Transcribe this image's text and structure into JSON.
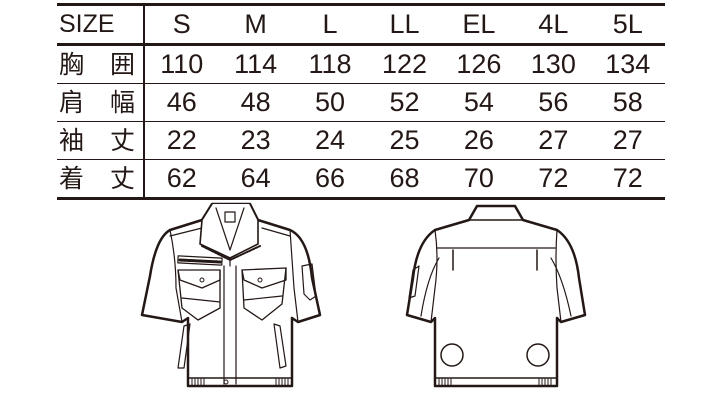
{
  "size_chart": {
    "header_label": "SIZE",
    "sizes": [
      "S",
      "M",
      "L",
      "LL",
      "EL",
      "4L",
      "5L"
    ],
    "rows": [
      {
        "label_chars": [
          "胸",
          "囲"
        ],
        "label": "胸囲",
        "values": [
          "110",
          "114",
          "118",
          "122",
          "126",
          "130",
          "134"
        ]
      },
      {
        "label_chars": [
          "肩",
          "幅"
        ],
        "label": "肩幅",
        "values": [
          "46",
          "48",
          "50",
          "52",
          "54",
          "56",
          "58"
        ]
      },
      {
        "label_chars": [
          "袖",
          "丈"
        ],
        "label": "袖丈",
        "values": [
          "22",
          "23",
          "24",
          "25",
          "26",
          "27",
          "27"
        ]
      },
      {
        "label_chars": [
          "着",
          "丈"
        ],
        "label": "着丈",
        "values": [
          "62",
          "64",
          "66",
          "68",
          "70",
          "72",
          "72"
        ]
      }
    ]
  },
  "illustrations": {
    "front": "short-sleeve work jacket front view",
    "back": "short-sleeve work jacket back view with fan openings"
  },
  "colors": {
    "ink": "#231815",
    "background": "#ffffff"
  }
}
